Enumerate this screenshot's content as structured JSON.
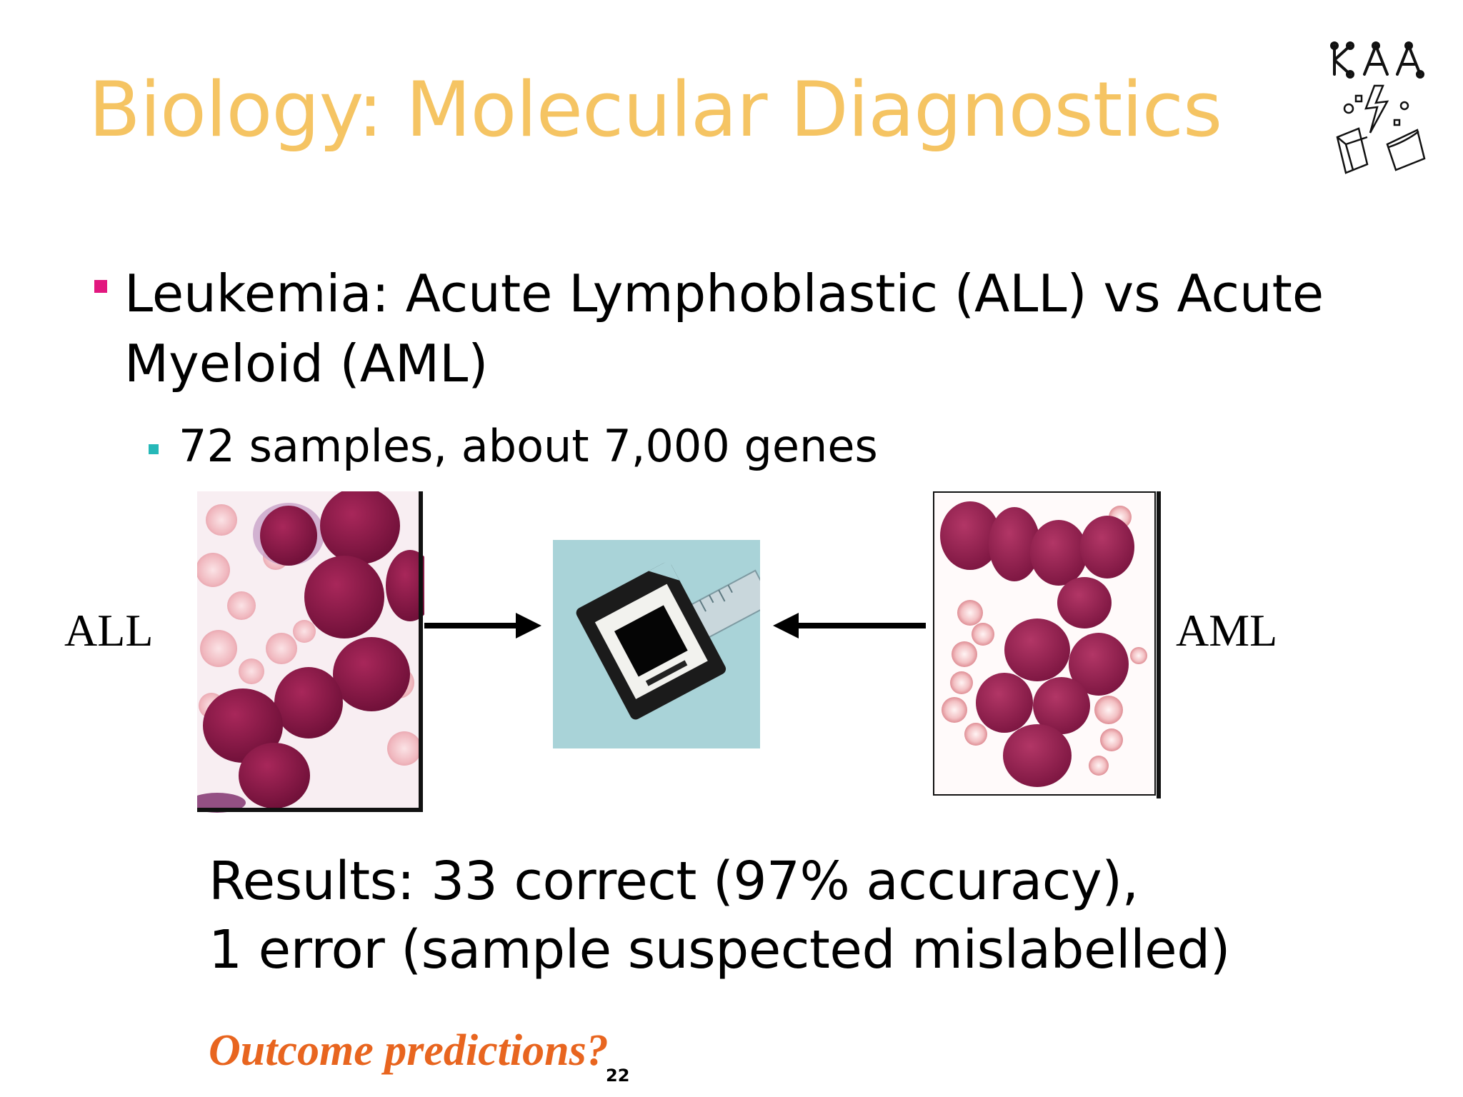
{
  "slide": {
    "title": "Biology: Molecular Diagnostics",
    "bullet_main": "Leukemia: Acute Lymphoblastic (ALL) vs Acute Myeloid (AML)",
    "bullet_sub": "72 samples, about 7,000 genes",
    "label_left": "ALL",
    "label_right": "AML",
    "results_line1": "Results: 33 correct (97% accuracy),",
    "results_line2": "1 error (sample suspected mislabelled)",
    "outcome": "Outcome predictions?",
    "page_number": "22"
  },
  "colors": {
    "title": "#f5c463",
    "bullet_main_marker": "#e2177f",
    "bullet_sub_marker": "#26b8b8",
    "outcome": "#e8651f",
    "cell_dark": "#8e1848",
    "cell_light": "#e9a8b0",
    "chip_bg": "#a9d3d8"
  },
  "icons": {
    "logo": "kdd-logo-icon",
    "arrow_left_to_chip": "arrow-right-icon",
    "arrow_right_to_chip": "arrow-left-icon"
  }
}
